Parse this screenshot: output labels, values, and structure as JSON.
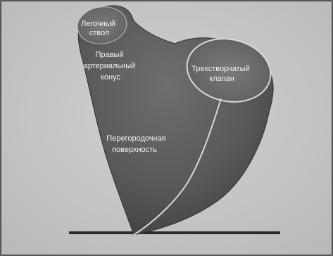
{
  "figure": {
    "labels": {
      "pulmonary_trunk": [
        "Легочный",
        "ствол"
      ],
      "right_conus": [
        "Правый",
        "артериальный",
        "конус"
      ],
      "tricuspid_valve": [
        "Трехстворчатый",
        "клапан"
      ],
      "septal_surface": [
        "Перегородочная",
        "поверхность"
      ]
    }
  }
}
